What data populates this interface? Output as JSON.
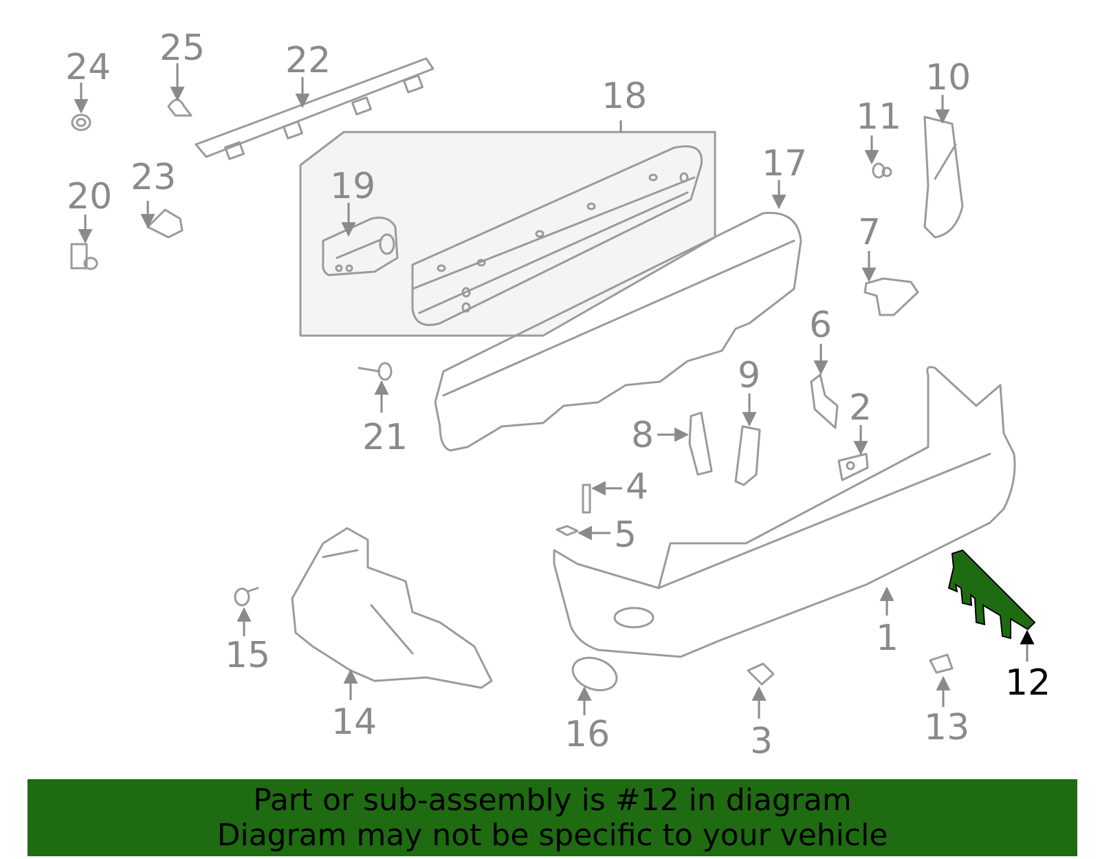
{
  "callouts": {
    "c1": "1",
    "c2": "2",
    "c3": "3",
    "c4": "4",
    "c5": "5",
    "c6": "6",
    "c7": "7",
    "c8": "8",
    "c9": "9",
    "c10": "10",
    "c11": "11",
    "c12": "12",
    "c13": "13",
    "c14": "14",
    "c15": "15",
    "c16": "16",
    "c17": "17",
    "c18": "18",
    "c19": "19",
    "c20": "20",
    "c21": "21",
    "c22": "22",
    "c23": "23",
    "c24": "24",
    "c25": "25"
  },
  "highlight_color": "#1f6b12",
  "banner": {
    "line1": "Part or sub-assembly is #12 in diagram",
    "line2": "Diagram may not be specific to your vehicle"
  }
}
